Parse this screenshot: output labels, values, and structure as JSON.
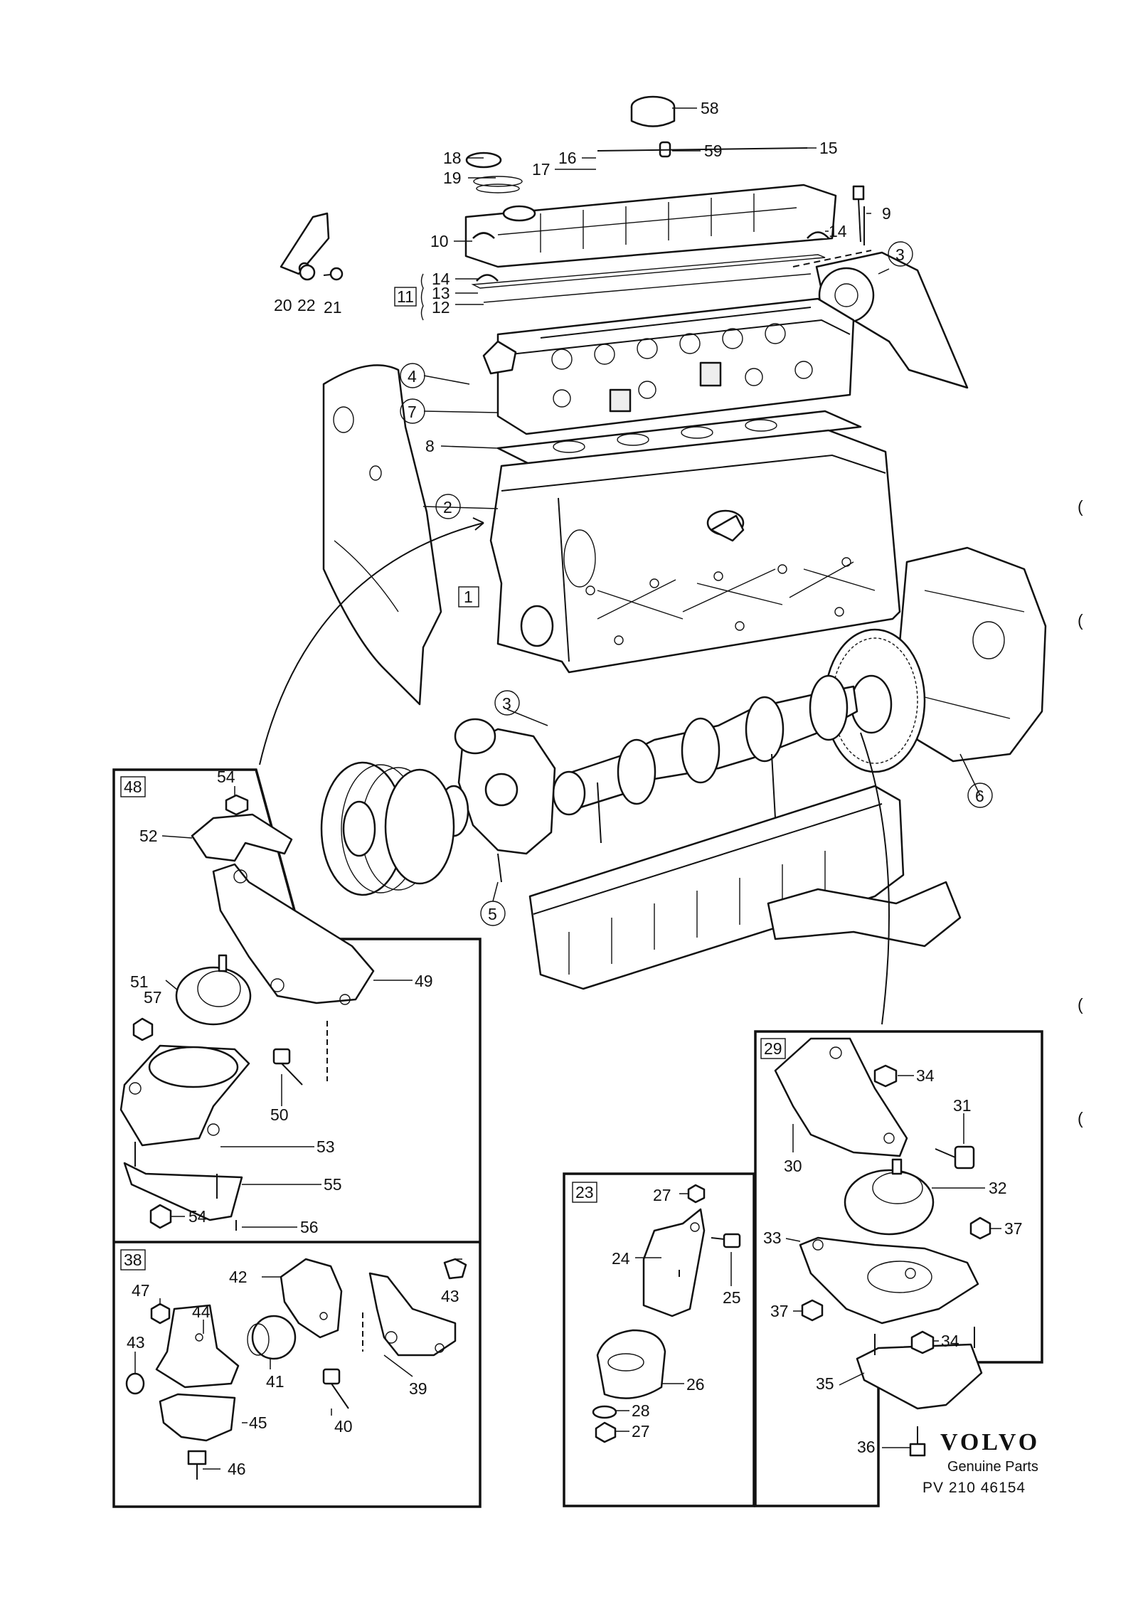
{
  "diagram": {
    "callouts": {
      "c1": "1",
      "c2": "2",
      "c3a": "3",
      "c3b": "3",
      "c4": "4",
      "c5": "5",
      "c6": "6",
      "c7": "7",
      "c8": "8",
      "c9": "9",
      "c10": "10",
      "c11": "11",
      "c12": "12",
      "c13": "13",
      "c14a": "14",
      "c14b": "14",
      "c15": "15",
      "c16": "16",
      "c17": "17",
      "c18": "18",
      "c19": "19",
      "c20": "20",
      "c21": "21",
      "c22": "22",
      "c58": "58",
      "c59": "59"
    },
    "box48": {
      "label": "48",
      "c49": "49",
      "c50": "50",
      "c51": "51",
      "c52": "52",
      "c53": "53",
      "c54a": "54",
      "c54b": "54",
      "c55": "55",
      "c56": "56",
      "c57": "57"
    },
    "box38": {
      "label": "38",
      "c39": "39",
      "c40": "40",
      "c41": "41",
      "c42": "42",
      "c43a": "43",
      "c43b": "43",
      "c44": "44",
      "c45": "45",
      "c46": "46",
      "c47": "47"
    },
    "box23": {
      "label": "23",
      "c24": "24",
      "c25": "25",
      "c26": "26",
      "c27a": "27",
      "c27b": "27",
      "c28": "28"
    },
    "box29": {
      "label": "29",
      "c30": "30",
      "c31": "31",
      "c32": "32",
      "c33": "33",
      "c34a": "34",
      "c34b": "34",
      "c35": "35",
      "c36": "36",
      "c37a": "37",
      "c37b": "37"
    }
  },
  "branding": {
    "brand": "VOLVO",
    "subtitle": "Genuine Parts",
    "part_number": "PV 210 46154"
  },
  "margin_marks": [
    "(",
    "(",
    "(",
    "("
  ]
}
